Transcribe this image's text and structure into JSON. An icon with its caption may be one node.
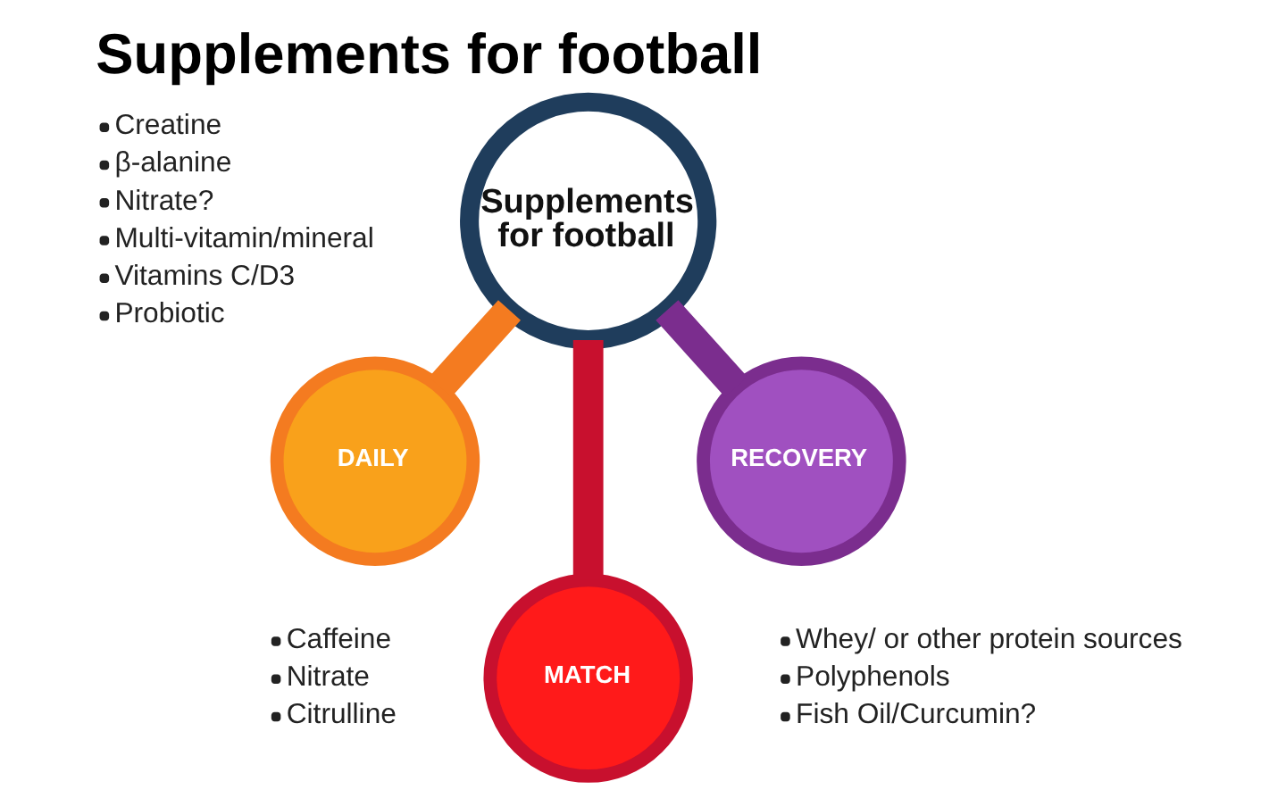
{
  "diagram": {
    "title": "Supplements for football",
    "nodes": [
      {
        "text": [
          "Supplements for football"
        ]
      },
      {
        "text": [
          "DAILY"
        ],
        "beside": [
          "Creatine",
          "β-alanine",
          "Nitrate?",
          "Multi-vitamin/mineral",
          "Vitamins C/D3",
          "Probiotic"
        ]
      },
      {
        "text": [
          "RECOVERY"
        ],
        "beside": [
          "Whey/ or other protein sources",
          "Polyphenols",
          "Fish Oil/Curcumin?"
        ]
      },
      {
        "text": [
          "MATCH"
        ],
        "beside": [
          "Caffeine",
          "Nitrate",
          "Citrulline"
        ]
      }
    ],
    "edges": [
      {
        "from": 0,
        "to": 1,
        "arrow": "none",
        "color": "#f47b20"
      },
      {
        "from": 0,
        "to": 3,
        "arrow": "none",
        "color": "#c8102e"
      },
      {
        "from": 0,
        "to": 2,
        "arrow": "none",
        "color": "#7b2d8e"
      }
    ]
  }
}
